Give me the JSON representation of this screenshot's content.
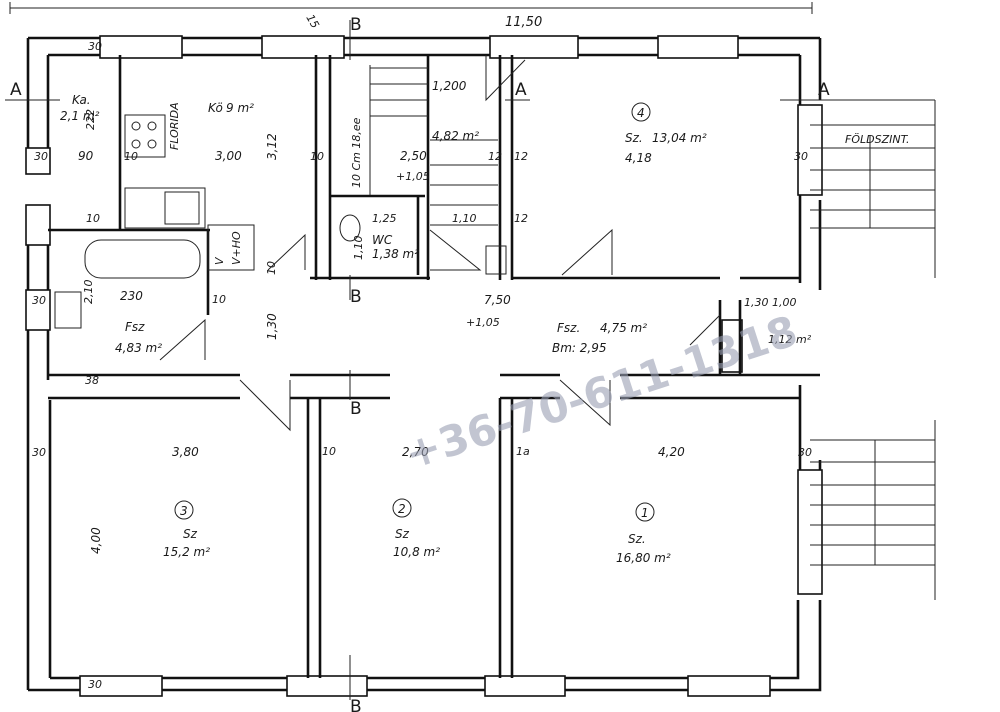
{
  "overall_dimension": "11,50",
  "level_label": "FÖLDSZINT.",
  "watermark": "+36-70-611-1318",
  "section_marks": [
    "A",
    "A",
    "A",
    "B",
    "B",
    "B",
    "B"
  ],
  "rooms": [
    {
      "id": "ka",
      "name": "Ka.",
      "area": "2,1 m²"
    },
    {
      "id": "ko",
      "name": "Kö",
      "area": "9 m²",
      "dim": "3,00",
      "brand": "FLORIDA"
    },
    {
      "id": "stair",
      "area": "4,82 m²",
      "level": "1,200"
    },
    {
      "id": "wc",
      "name": "WC",
      "area": "1,38 m²"
    },
    {
      "id": "r4",
      "number": "4",
      "name": "Sz.",
      "area": "13,04 m²",
      "dim": "4,18"
    },
    {
      "id": "fsz-left",
      "name": "Fsz",
      "area": "4,83 m²"
    },
    {
      "id": "fsz-hall",
      "name": "Fsz.",
      "area": "4,75 m²",
      "bm": "Bm: 2,95"
    },
    {
      "id": "small",
      "area": "1,12 m²"
    },
    {
      "id": "r3",
      "number": "3",
      "name": "Sz",
      "area": "15,2 m²",
      "width": "3,80",
      "depth": "4,00"
    },
    {
      "id": "r2",
      "number": "2",
      "name": "Sz",
      "area": "10,8 m²",
      "width": "2,70"
    },
    {
      "id": "r1",
      "number": "1",
      "name": "Sz.",
      "area": "16,80 m²",
      "width": "4,20"
    }
  ],
  "dims": {
    "d30a": "30",
    "d30b": "30",
    "d30c": "30",
    "d30d": "30",
    "d30e": "30",
    "d30f": "30",
    "d30g": "30",
    "d90": "90",
    "d10a": "10",
    "d10b": "10",
    "d10c": "10",
    "d10d": "10",
    "d10e": "10",
    "d10f": "10",
    "d222": "222",
    "d312": "3,12",
    "d250": "2,50",
    "d12a": "12",
    "d12b": "12",
    "d12c": "12",
    "d125": "1,25",
    "d110a": "1,10",
    "d110b": "1,10",
    "d10cm": "10 Cm 18,ee",
    "d105a": "+1,05",
    "d105b": "+1,05",
    "d230": "230",
    "d210": "2,10",
    "d130a": "1,30",
    "d750": "7,50",
    "d130b": "1,30",
    "d100": "1,00",
    "d38": "38",
    "d15": "15",
    "d10g": "1a",
    "vho": "V+HO",
    "v": "V"
  }
}
